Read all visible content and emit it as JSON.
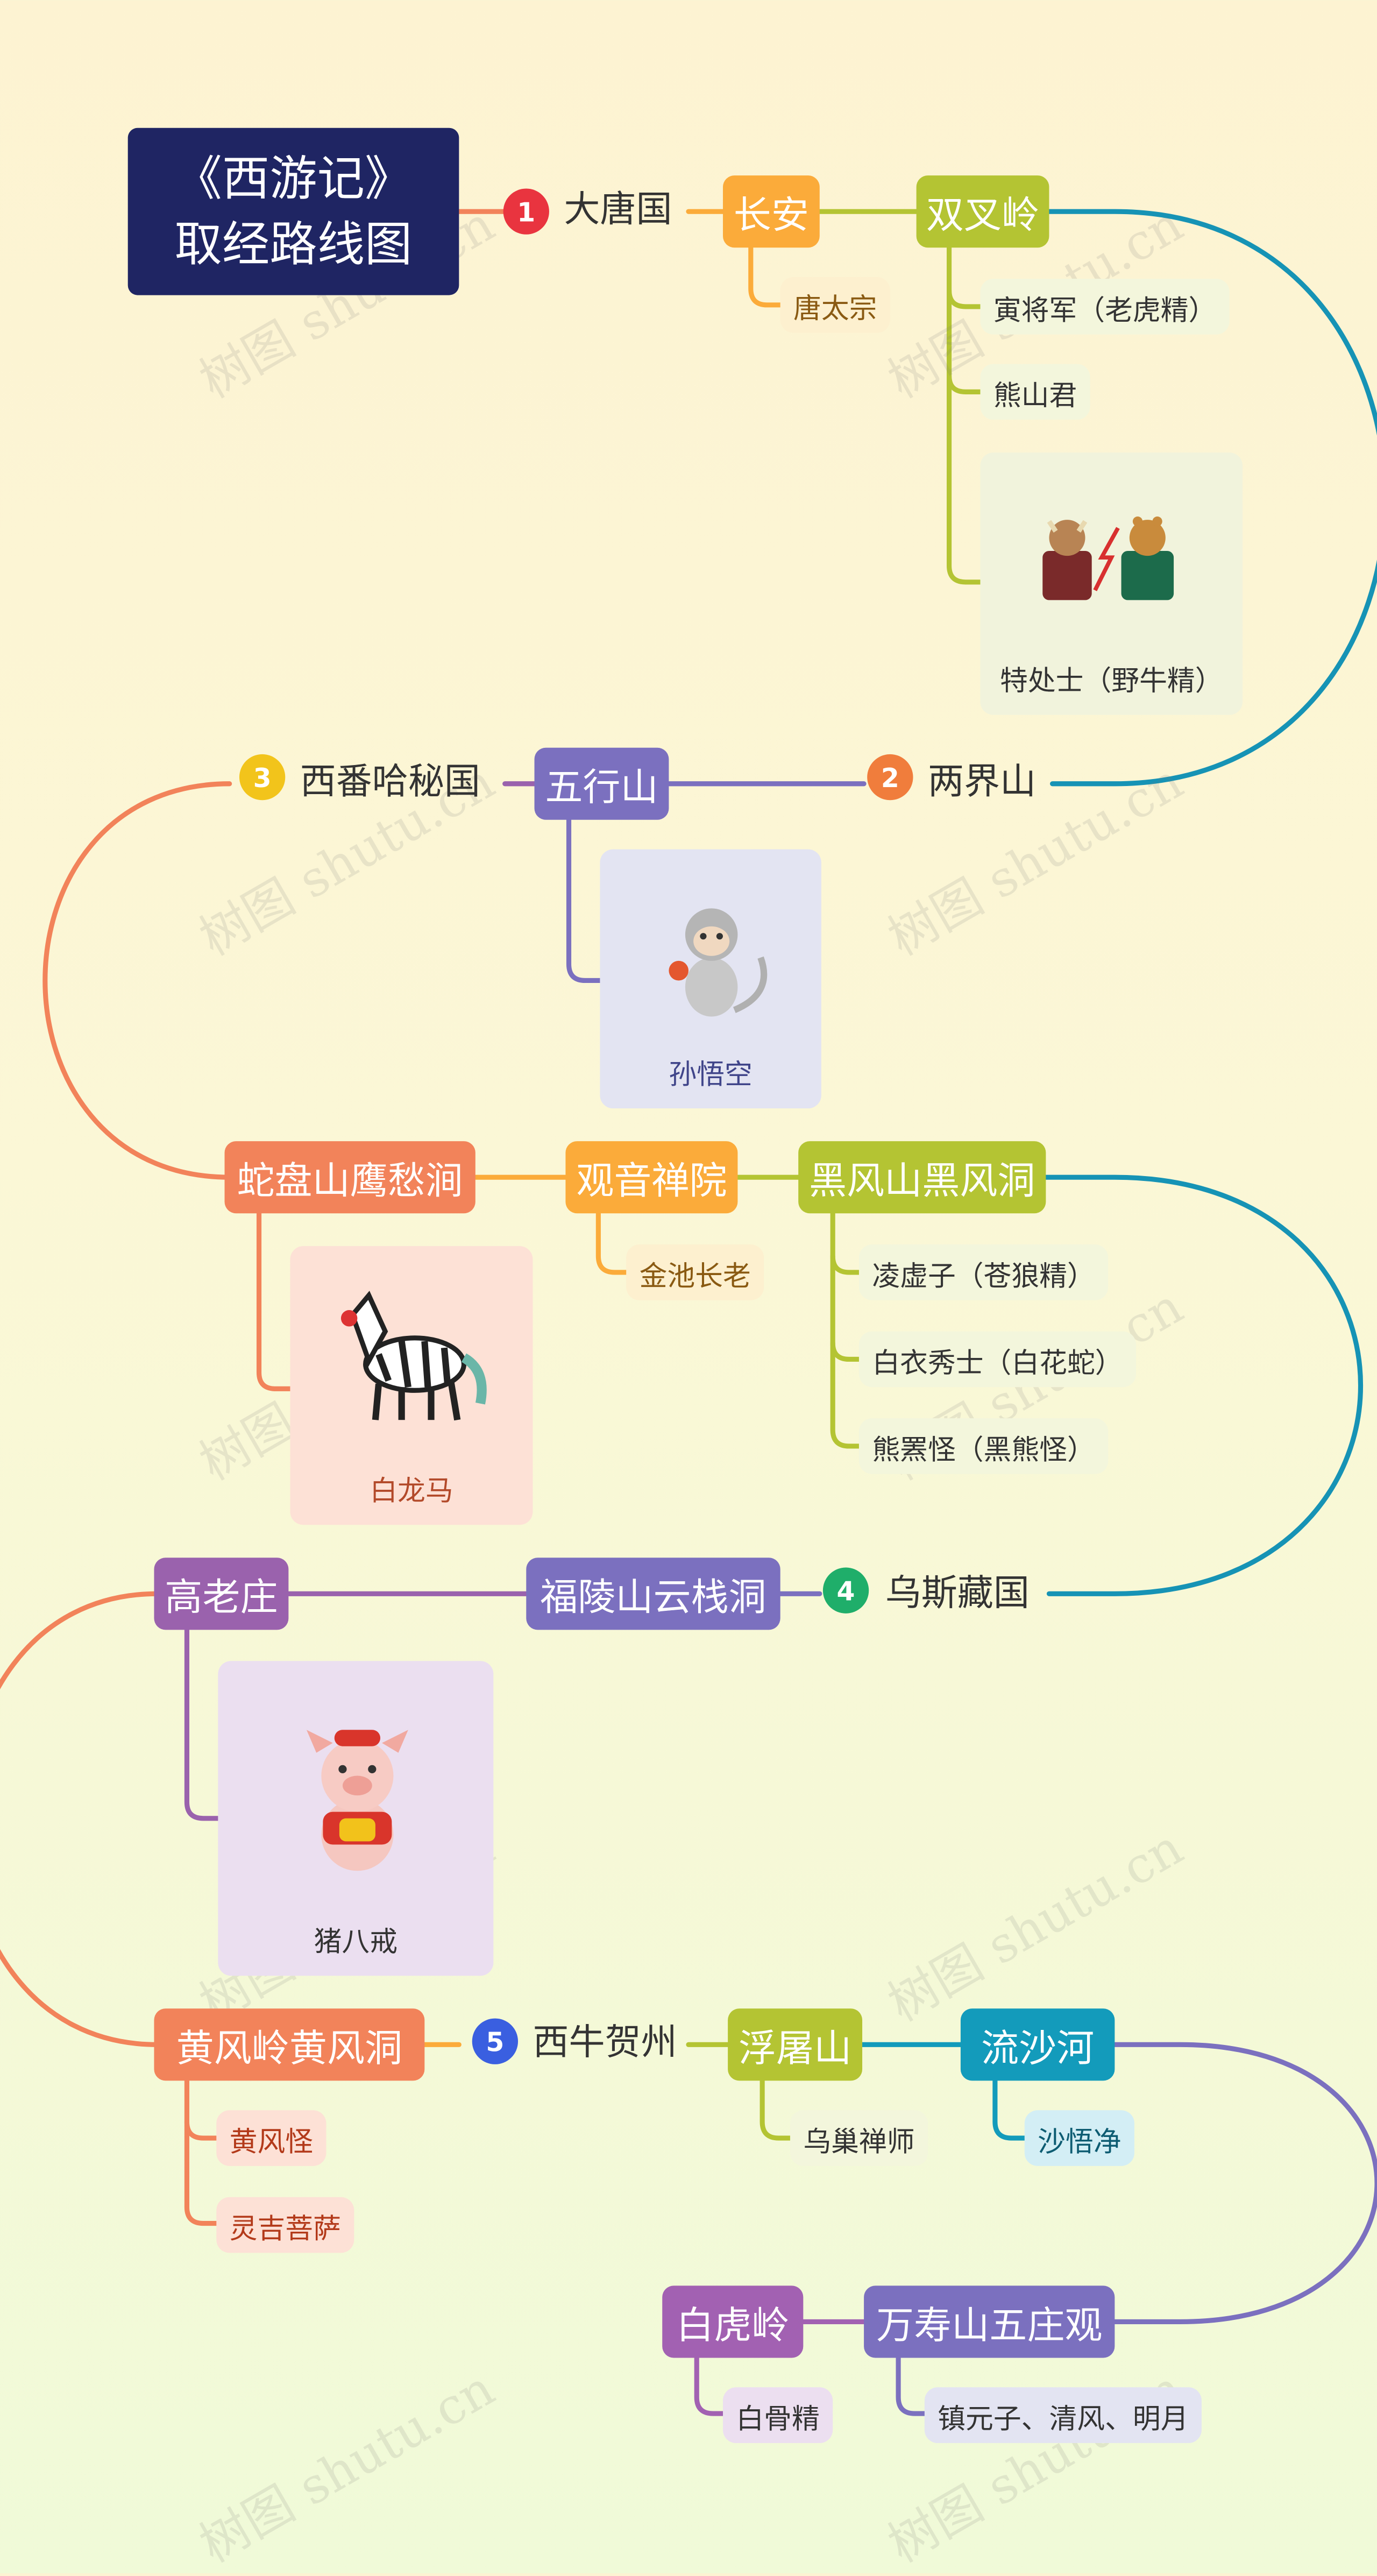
{
  "title": {
    "line1": "《西游记》",
    "line2": "取经路线图"
  },
  "watermark": "树图 shutu.cn",
  "colors": {
    "orange": "#fbab3a",
    "lime": "#b4c433",
    "teal": "#1693b5",
    "purple": "#7b70bf",
    "salmon": "#f2835a",
    "violet": "#9a62ad",
    "cyan": "#139bbb",
    "grape": "#a261b2"
  },
  "section1": {
    "num": "1",
    "country": "大唐国",
    "changan": "长安",
    "changan_child": "唐太宗",
    "shuangcha": "双叉岭",
    "shuangcha_children": [
      "寅将军（老虎精）",
      "熊山君"
    ],
    "shuangcha_image_caption": "特处士（野牛精）",
    "shuangcha_image_icon": "bull-tiger-icon"
  },
  "section2": {
    "num": "2",
    "liangjie": "两界山",
    "wuxing": "五行山",
    "wuxing_image_caption": "孙悟空",
    "wuxing_image_icon": "monkey-icon"
  },
  "section3": {
    "num": "3",
    "country": "西番哈秘国",
    "shepan": "蛇盘山鹰愁涧",
    "shepan_image_caption": "白龙马",
    "shepan_image_icon": "horse-icon",
    "guanyin": "观音禅院",
    "guanyin_child": "金池长老",
    "heifeng": "黑风山黑风洞",
    "heifeng_children": [
      "凌虚子（苍狼精）",
      "白衣秀士（白花蛇）",
      "熊罴怪（黑熊怪）"
    ]
  },
  "section4": {
    "num": "4",
    "country": "乌斯藏国",
    "fuling": "福陵山云栈洞",
    "gaolao": "高老庄",
    "gaolao_image_caption": "猪八戒",
    "gaolao_image_icon": "pig-icon"
  },
  "section5": {
    "num": "5",
    "country": "西牛贺州",
    "huangfeng": "黄风岭黄风洞",
    "huangfeng_children": [
      "黄风怪",
      "灵吉菩萨"
    ],
    "futu": "浮屠山",
    "futu_child": "乌巢禅师",
    "liusha": "流沙河",
    "liusha_child": "沙悟净",
    "wanshou": "万寿山五庄观",
    "wanshou_child": "镇元子、清风、明月",
    "baihu": "白虎岭",
    "baihu_child": "白骨精"
  }
}
